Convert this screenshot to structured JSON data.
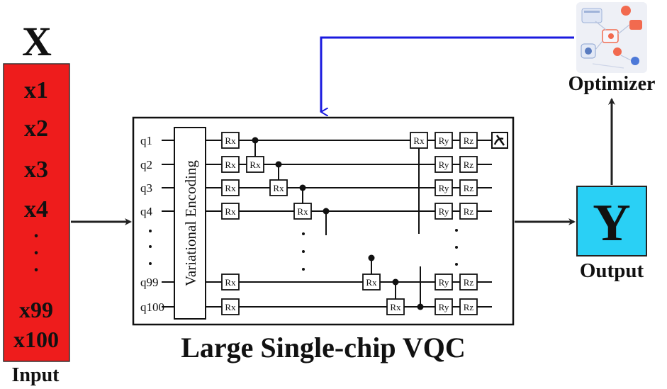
{
  "input": {
    "header": "X",
    "items": [
      "x1",
      "x2",
      "x3",
      "x4",
      "·",
      "·",
      "·",
      "x99",
      "x100"
    ],
    "caption": "Input",
    "fill": "#ee1c1c"
  },
  "vqc": {
    "encoding_label": "Variational Encoding",
    "qubits": [
      "q1",
      "q2",
      "q3",
      "q4",
      "q99",
      "q100"
    ],
    "gates": {
      "rx": "Rx",
      "ry": "Ry",
      "rz": "Rz"
    },
    "title": "Large Single-chip VQC"
  },
  "output": {
    "symbol": "Y",
    "caption": "Output",
    "fill": "#2ad0f5"
  },
  "optimizer": {
    "caption": "Optimizer",
    "feedback_color": "#1a1adf"
  }
}
